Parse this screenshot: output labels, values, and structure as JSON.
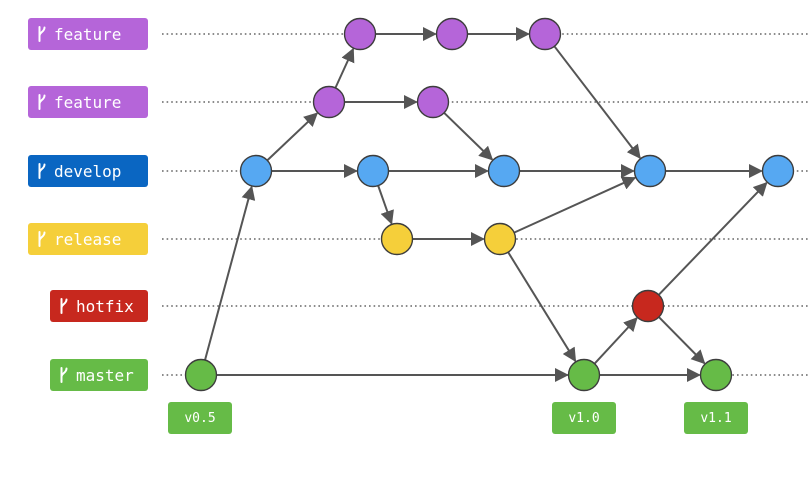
{
  "branches": [
    {
      "id": "feature1",
      "label": "feature",
      "color": "#b565d9",
      "icon": "git-branch-icon"
    },
    {
      "id": "feature2",
      "label": "feature",
      "color": "#b565d9",
      "icon": "git-branch-icon"
    },
    {
      "id": "develop",
      "label": "develop",
      "color": "#0a66c2",
      "icon": "git-branch-icon"
    },
    {
      "id": "release",
      "label": "release",
      "color": "#f5cf3a",
      "icon": "git-branch-icon"
    },
    {
      "id": "hotfix",
      "label": "hotfix",
      "color": "#c7281e",
      "icon": "git-branch-icon"
    },
    {
      "id": "master",
      "label": "master",
      "color": "#66bb47",
      "icon": "git-branch-icon"
    }
  ],
  "commit_colors": {
    "feature": "#b565d9",
    "develop": "#56a8f2",
    "release": "#f5cf3a",
    "hotfix": "#c7281e",
    "master": "#66bb47"
  },
  "tags": [
    {
      "label": "v0.5",
      "color": "#66bb47"
    },
    {
      "label": "v1.0",
      "color": "#66bb47"
    },
    {
      "label": "v1.1",
      "color": "#66bb47"
    }
  ],
  "edge_color": "#555555"
}
